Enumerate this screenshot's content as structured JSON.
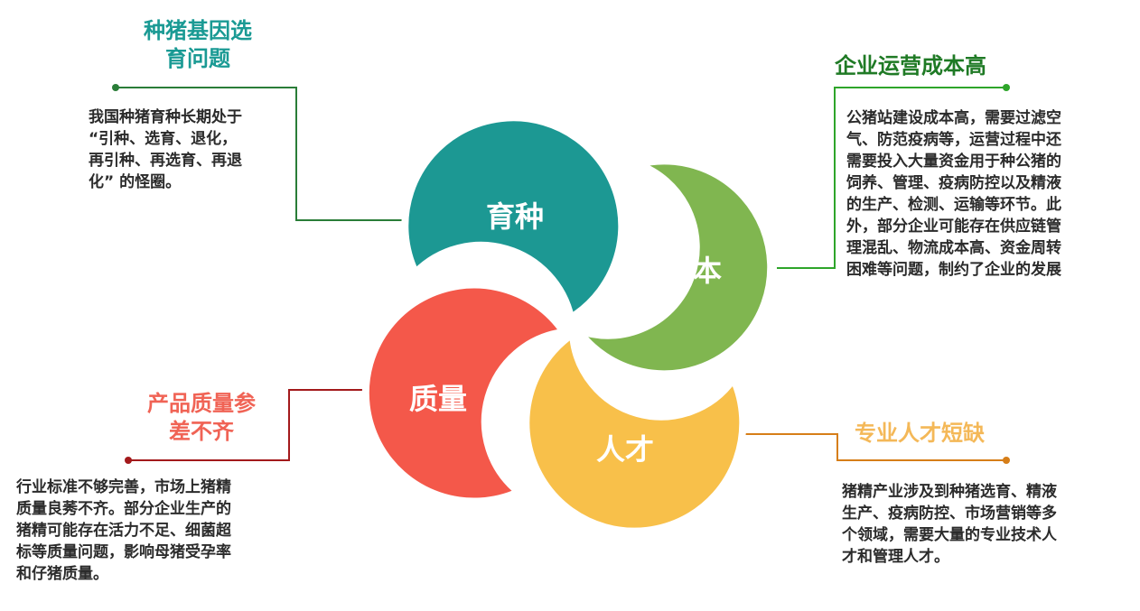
{
  "colors": {
    "teal": "#1c9893",
    "green": "#80b650",
    "red": "#f4584a",
    "yellow": "#f8c04a",
    "title_teal": "#1a9a94",
    "title_green": "#1f7a25",
    "title_red": "#f06355",
    "title_yellow": "#f4b858",
    "line_teal": "#2a7d38",
    "line_green": "#2ea52a",
    "line_red": "#a3191b",
    "line_yellow": "#d67e18"
  },
  "petals": {
    "breeding": "育种",
    "cost": "成本",
    "quality": "质量",
    "talent": "人才"
  },
  "callouts": {
    "breeding": {
      "title_lines": [
        "种猪基因选",
        "育问题"
      ],
      "text_lines": [
        "我国种猪育种长期处于",
        "“引种、选育、退化，",
        "再引种、再选育、再退",
        "化” 的怪圈。"
      ]
    },
    "cost": {
      "title_lines": [
        "企业运营成本高"
      ],
      "text_lines": [
        "公猪站建设成本高，需要过滤空",
        "气、防范疫病等，运营过程中还",
        "需要投入大量资金用于种公猪的",
        "饲养、管理、疫病防控以及精液",
        "的生产、检测、运输等环节。此",
        "外，部分企业可能存在供应链管",
        "理混乱、物流成本高、资金周转",
        "困难等问题，制约了企业的发展"
      ]
    },
    "quality": {
      "title_lines": [
        "产品质量参",
        "差不齐"
      ],
      "text_lines": [
        "行业标准不够完善，市场上猪精",
        "质量良莠不齐。部分企业生产的",
        "猪精可能存在活力不足、细菌超",
        "标等质量问题，影响母猪受孕率",
        "和仔猪质量。"
      ]
    },
    "talent": {
      "title_lines": [
        "专业人才短缺"
      ],
      "text_lines": [
        "猪精产业涉及到种猪选育、精液",
        "生产、疫病防控、市场营销等多",
        "个领域，需要大量的专业技术人",
        "才和管理人才。"
      ]
    }
  }
}
